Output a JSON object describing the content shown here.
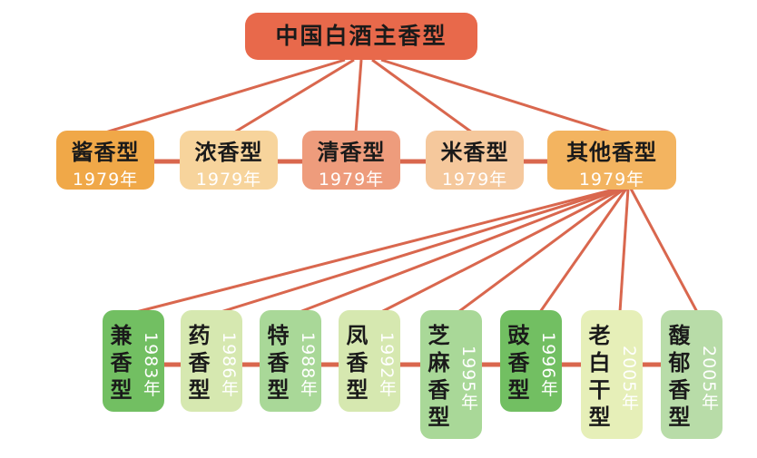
{
  "root": {
    "label": "中国白酒主香型",
    "color": "#e8694b"
  },
  "level2": [
    {
      "name": "酱香型",
      "year": "1979年",
      "color": "#f0a848"
    },
    {
      "name": "浓香型",
      "year": "1979年",
      "color": "#f7d49c"
    },
    {
      "name": "清香型",
      "year": "1979年",
      "color": "#ee9c7c"
    },
    {
      "name": "米香型",
      "year": "1979年",
      "color": "#f5c89c"
    },
    {
      "name": "其他香型",
      "year": "1979年",
      "color": "#f3b460"
    }
  ],
  "level3": [
    {
      "name": "兼香型",
      "year": "1983年",
      "color": "#72bf62"
    },
    {
      "name": "药香型",
      "year": "1986年",
      "color": "#d6e8b0"
    },
    {
      "name": "特香型",
      "year": "1988年",
      "color": "#a9d898"
    },
    {
      "name": "凤香型",
      "year": "1992年",
      "color": "#d6e8b0"
    },
    {
      "name": "芝麻香型",
      "year": "1995年",
      "color": "#a9d898"
    },
    {
      "name": "豉香型",
      "year": "1996年",
      "color": "#72bf62"
    },
    {
      "name": "老白干型",
      "year": "2005年",
      "color": "#e6efb8"
    },
    {
      "name": "馥郁香型",
      "year": "2005年",
      "color": "#b8dca8"
    }
  ],
  "line_color": "#d9674e"
}
